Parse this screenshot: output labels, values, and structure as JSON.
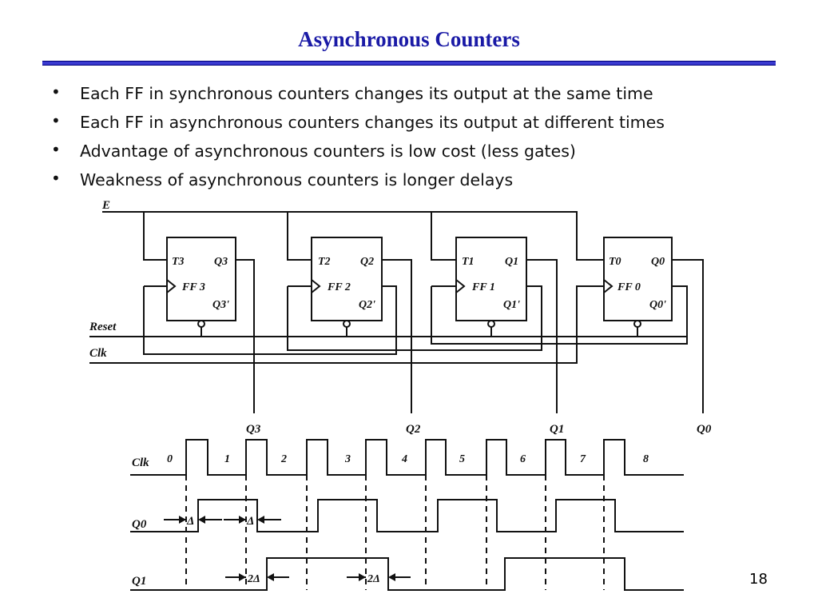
{
  "title": "Asynchronous Counters",
  "bullets": [
    "Each FF in synchronous counters changes its output at the same time",
    "Each FF in asynchronous counters changes its output at different times",
    "Advantage of asynchronous counters is low cost (less gates)",
    "Weakness of asynchronous counters is longer delays"
  ],
  "circuit": {
    "enable_label": "E",
    "reset_label": "Reset",
    "clk_label": "Clk",
    "flipflops": [
      {
        "t": "T3",
        "q": "Q3",
        "qn": "Q3'",
        "ff": "FF 3"
      },
      {
        "t": "T2",
        "q": "Q2",
        "qn": "Q2'",
        "ff": "FF 2"
      },
      {
        "t": "T1",
        "q": "Q1",
        "qn": "Q1'",
        "ff": "FF 1"
      },
      {
        "t": "T0",
        "q": "Q0",
        "qn": "Q0'",
        "ff": "FF 0"
      }
    ],
    "outputs": [
      "Q3",
      "Q2",
      "Q1",
      "Q0"
    ]
  },
  "timing": {
    "signals": [
      "Clk",
      "Q0",
      "Q1"
    ],
    "clock_cycles": [
      "0",
      "1",
      "2",
      "3",
      "4",
      "5",
      "6",
      "7",
      "8"
    ],
    "delay_labels": [
      "Δ",
      "Δ",
      "2Δ",
      "2Δ"
    ]
  },
  "page_number": "18"
}
